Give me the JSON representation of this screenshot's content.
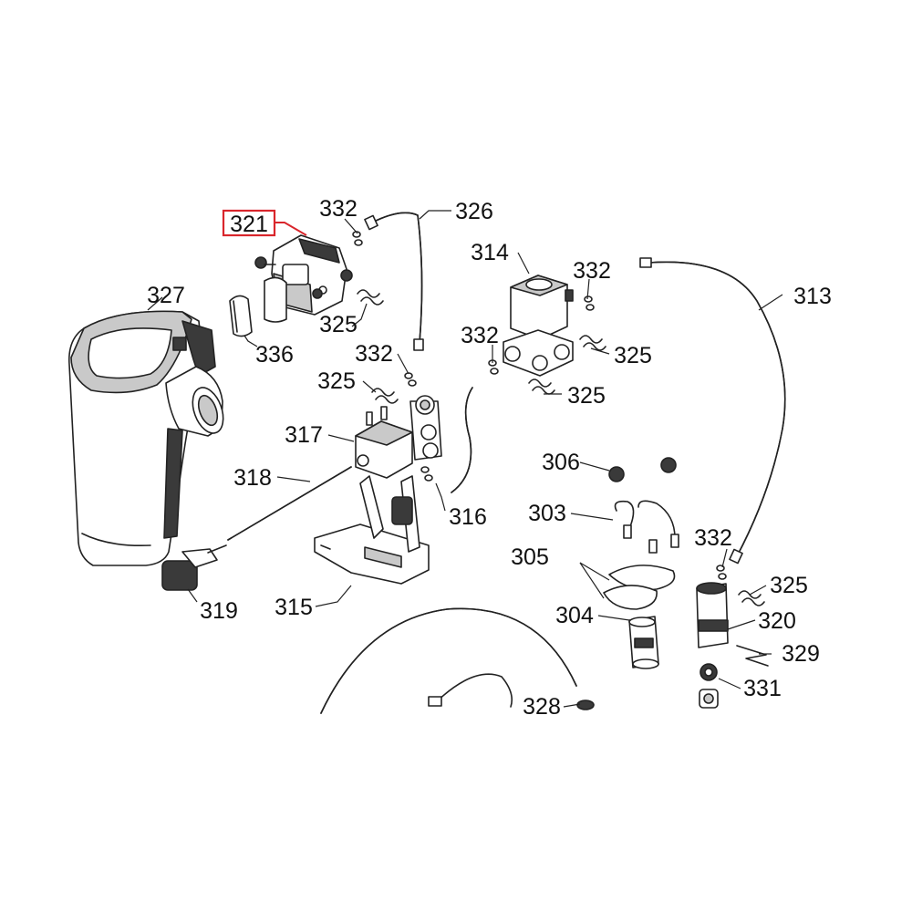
{
  "diagram": {
    "highlight_color": "#d9262c",
    "line_color": "#222222",
    "highlighted_part": "321",
    "labels": {
      "p321": "321",
      "p332a": "332",
      "p326": "326",
      "p314": "314",
      "p332b": "332",
      "p313": "313",
      "p327": "327",
      "p325a": "325",
      "p336": "336",
      "p332c": "332",
      "p332d": "332",
      "p325b": "325",
      "p325c": "325",
      "p325d": "325",
      "p317": "317",
      "p306": "306",
      "p318": "318",
      "p316": "316",
      "p303": "303",
      "p332e": "332",
      "p305": "305",
      "p325e": "325",
      "p319": "319",
      "p315": "315",
      "p304": "304",
      "p320": "320",
      "p329": "329",
      "p331": "331",
      "p328": "328"
    }
  }
}
